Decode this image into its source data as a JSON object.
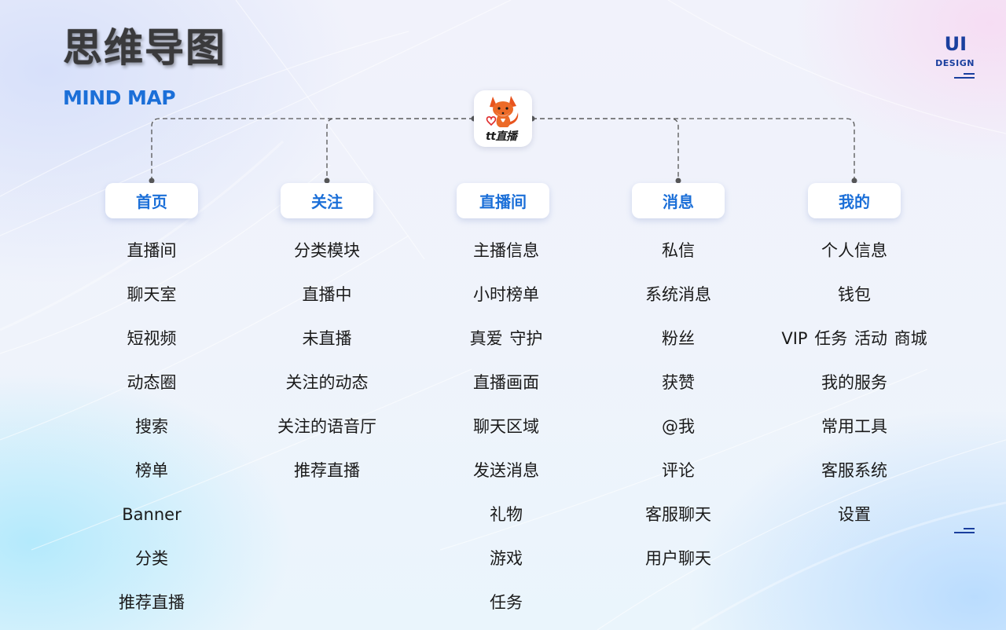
{
  "header": {
    "title_cn": "思维导图",
    "title_en": "MIND MAP"
  },
  "corner_mark": {
    "ui": "UI",
    "design": "DESIGN"
  },
  "logo": {
    "icon": "fox-mascot-icon",
    "text": "tt直播"
  },
  "colors": {
    "accent": "#1b6fd8",
    "title": "#3a3a3c",
    "corner": "#1a3f9e",
    "connector": "#555555"
  },
  "columns": [
    {
      "title": "首页",
      "items": [
        "直播间",
        "聊天室",
        "短视频",
        "动态圈",
        "搜索",
        "榜单",
        "Banner",
        "分类",
        "推荐直播"
      ]
    },
    {
      "title": "关注",
      "items": [
        "分类模块",
        "直播中",
        "未直播",
        "关注的动态",
        "关注的语音厅",
        "推荐直播"
      ]
    },
    {
      "title": "直播间",
      "items": [
        "主播信息",
        "小时榜单",
        "真爱 守护",
        "直播画面",
        "聊天区域",
        "发送消息",
        "礼物",
        "游戏",
        "任务"
      ]
    },
    {
      "title": "消息",
      "items": [
        "私信",
        "系统消息",
        "粉丝",
        "获赞",
        "@我",
        "评论",
        "客服聊天",
        "用户聊天"
      ]
    },
    {
      "title": "我的",
      "items": [
        "个人信息",
        "钱包",
        "VIP 任务 活动 商城",
        "我的服务",
        "常用工具",
        "客服系统",
        "设置"
      ]
    }
  ]
}
